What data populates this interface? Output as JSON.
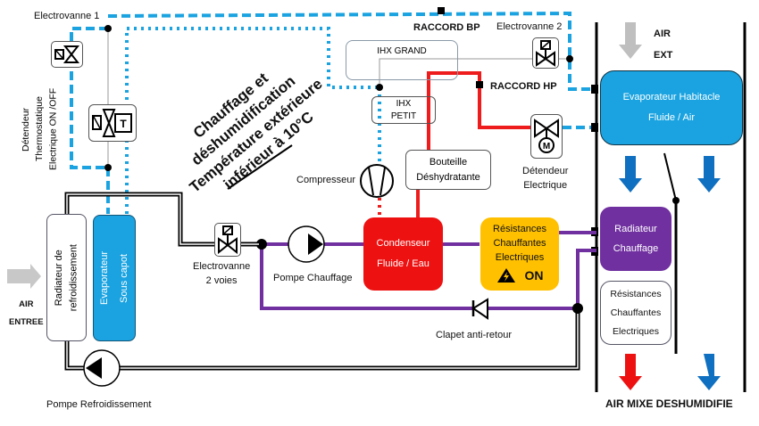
{
  "title": {
    "lines": [
      "Chauffage et",
      "déshumidification",
      "Température extérieure",
      "inférieur à 10°C"
    ]
  },
  "components": {
    "electrovanne1": "Electrovanne 1",
    "electrovanne2": "Electrovanne 2",
    "detendeur_thermo": [
      "Détendeur",
      "Thermostatique",
      "Electrique ON /OFF"
    ],
    "raccord_bp": "RACCORD BP",
    "raccord_hp": "RACCORD HP",
    "ihx_grand": "IHX GRAND",
    "ihx_petit": [
      "IHX",
      "PETIT"
    ],
    "compresseur": "Compresseur",
    "bouteille": [
      "Bouteille",
      "Déshydratante"
    ],
    "detendeur_elec": [
      "Détendeur",
      "Electrique"
    ],
    "detendeur_elec_symbol": "M",
    "thermo_symbol": "T",
    "evap_habitacle": [
      "Evaporateur Habitacle",
      "Fluide / Air"
    ],
    "air_ext": [
      "AIR",
      "EXT"
    ],
    "radiateur_refroid": [
      "Radiateur de",
      "refroidissement"
    ],
    "evap_capot": [
      "Evaporateur",
      "Sous capot"
    ],
    "air_entree": [
      "AIR",
      "ENTREE"
    ],
    "electrovanne_2voies": [
      "Electrovanne",
      "2 voies"
    ],
    "pompe_chauffage": "Pompe Chauffage",
    "condenseur": [
      "Condenseur",
      "Fluide / Eau"
    ],
    "resistances_on": [
      "Résistances",
      "Chauffantes",
      "Electriques"
    ],
    "resistances_status": "ON",
    "clapet": "Clapet anti-retour",
    "radiateur_chauffage": [
      "Radiateur",
      "Chauffage"
    ],
    "resistances_box": [
      "Résistances",
      "Chauffantes",
      "Electriques"
    ],
    "pompe_refroid": "Pompe Refroidissement",
    "air_mixe": "AIR MIXE DESHUMIDIFIE"
  },
  "colors": {
    "refrigerant_bp": "#1aa3e0",
    "refrigerant_hp": "#ee1c1c",
    "water_heating": "#7030a0",
    "evaporator": "#1aa3e0",
    "condenser": "#ee1111",
    "resistances": "#ffc000",
    "radiator": "#7030a0",
    "cold_air": "#0f6fc0",
    "hot_air": "#ee1111",
    "ambient_air": "#bfbfbf"
  }
}
